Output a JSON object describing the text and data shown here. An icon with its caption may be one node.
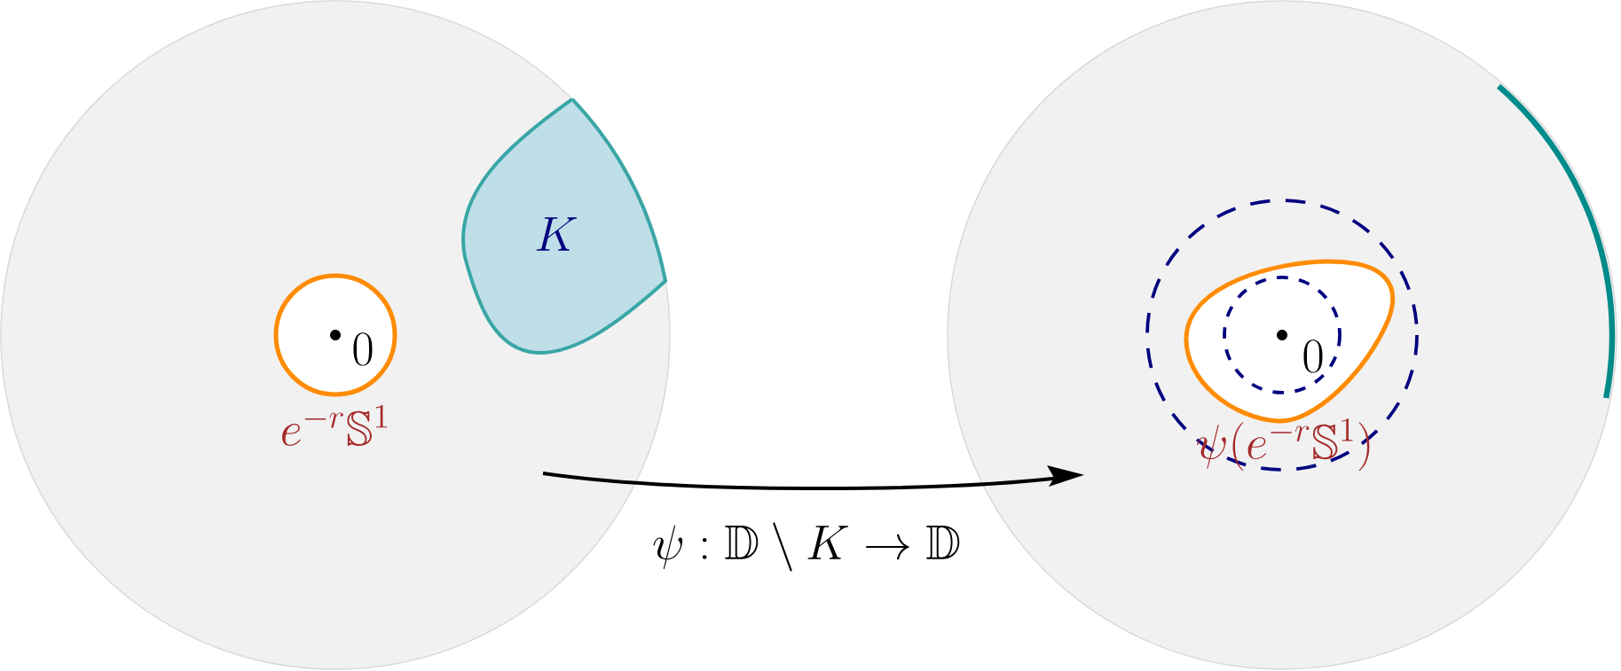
{
  "diagram": {
    "nodes": [
      {
        "text": [],
        "shape": "circle"
      },
      {
        "text": [],
        "shape": "circle"
      },
      {
        "text": [
          "K"
        ],
        "in": 0
      },
      {
        "text": [
          "0"
        ],
        "in": 0,
        "beside": [
          "e^{-r}\\mathbb{S}^1"
        ]
      },
      {
        "text": [
          "0"
        ],
        "in": 1,
        "beside": [
          "\\psi(e^{-r}\\mathbb{S}^1)"
        ]
      }
    ],
    "edges": [
      {
        "from": 0,
        "to": 1,
        "arrow": "to",
        "label": "\\psi : \\mathbb{D}\\setminus K \\to \\mathbb{D}"
      }
    ]
  }
}
